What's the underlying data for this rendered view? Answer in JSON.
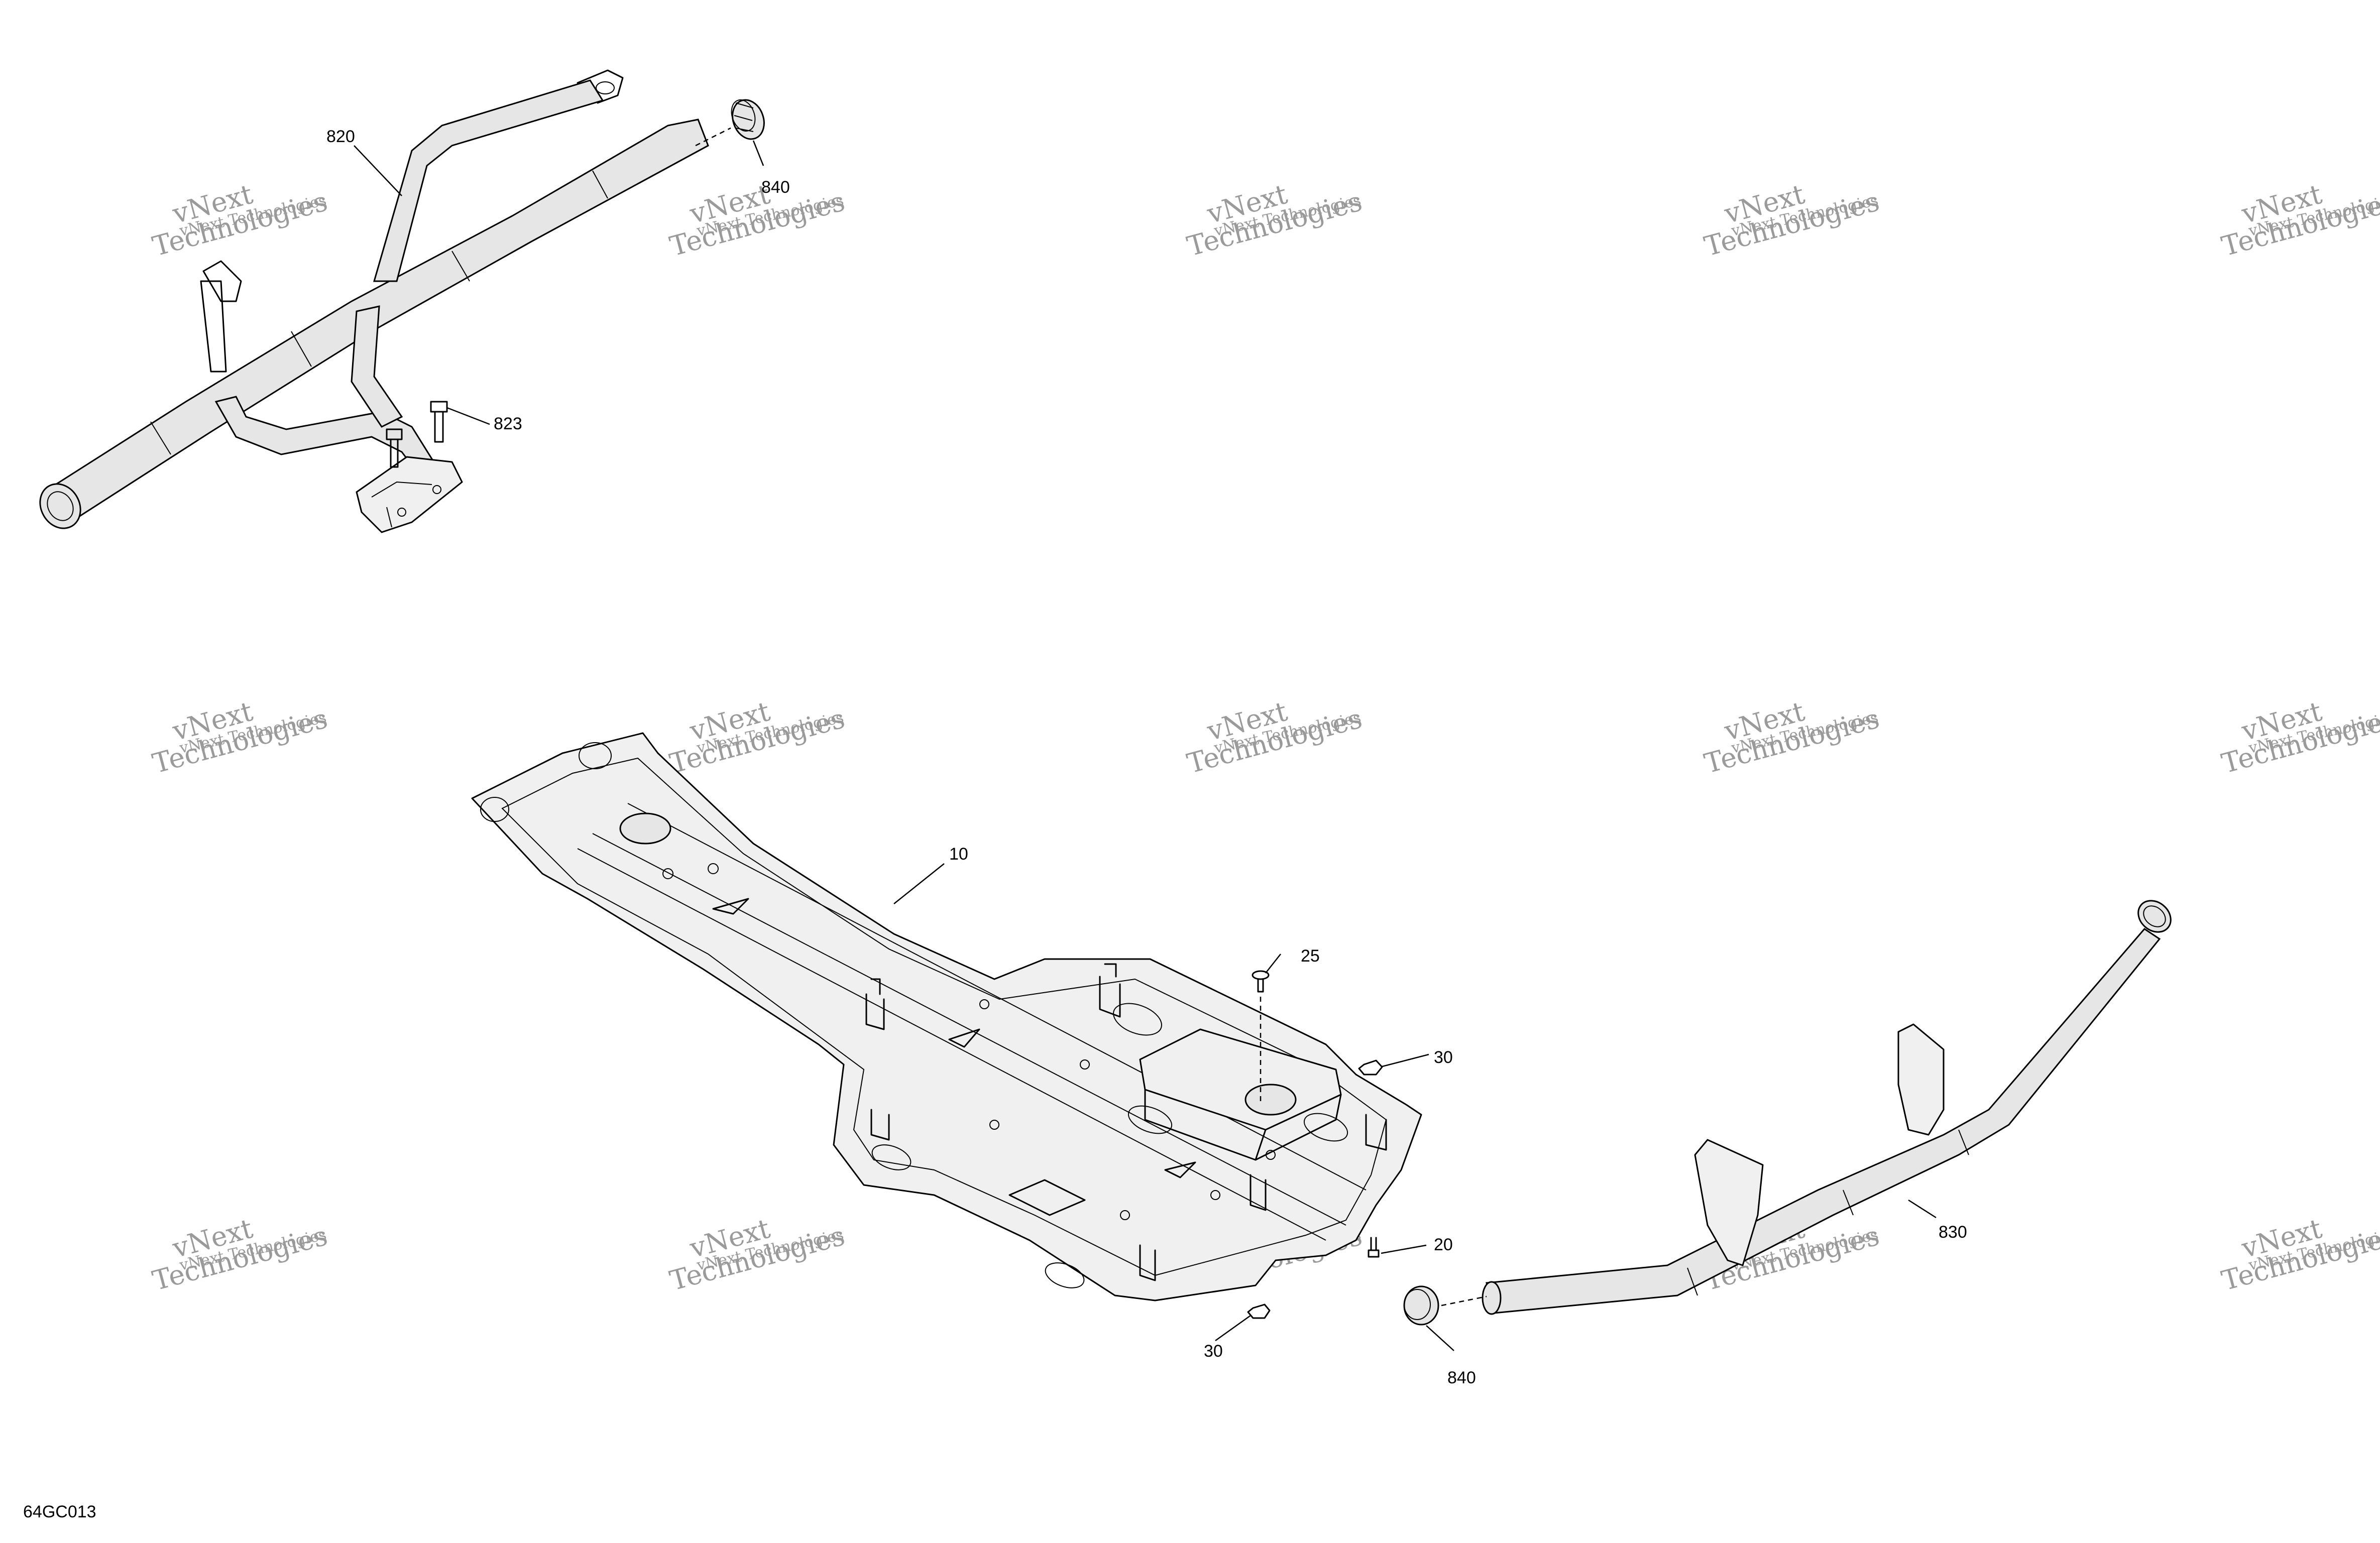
{
  "drawing_code": "64GC013",
  "watermark": {
    "line1": "vNext Technologies",
    "line2": "vNext",
    "line3": "Technologies"
  },
  "callouts": [
    {
      "id": "c820",
      "text": "820"
    },
    {
      "id": "c840a",
      "text": "840"
    },
    {
      "id": "c823",
      "text": "823"
    },
    {
      "id": "c10",
      "text": "10"
    },
    {
      "id": "c25",
      "text": "25"
    },
    {
      "id": "c30a",
      "text": "30"
    },
    {
      "id": "c20",
      "text": "20"
    },
    {
      "id": "c30b",
      "text": "30"
    },
    {
      "id": "c840b",
      "text": "840"
    },
    {
      "id": "c830",
      "text": "830"
    }
  ]
}
